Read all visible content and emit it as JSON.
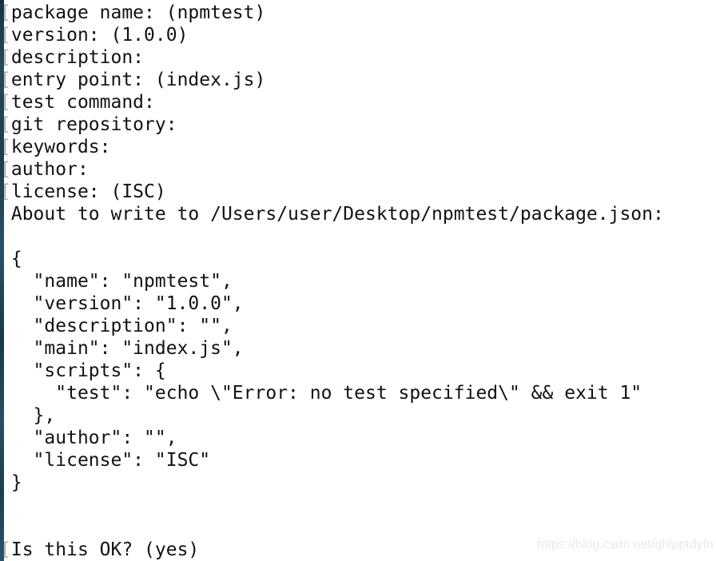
{
  "terminal": {
    "lines": [
      {
        "prefix": "[",
        "text": "package name: (npmtest)"
      },
      {
        "prefix": "[",
        "text": "version: (1.0.0)"
      },
      {
        "prefix": "[",
        "text": "description:"
      },
      {
        "prefix": "[",
        "text": "entry point: (index.js)"
      },
      {
        "prefix": "[",
        "text": "test command:"
      },
      {
        "prefix": "[",
        "text": "git repository:"
      },
      {
        "prefix": "[",
        "text": "keywords:"
      },
      {
        "prefix": "[",
        "text": "author:"
      },
      {
        "prefix": "[",
        "text": "license: (ISC)"
      },
      {
        "prefix": " ",
        "text": "About to write to /Users/user/Desktop/npmtest/package.json:"
      },
      {
        "prefix": "",
        "text": ""
      },
      {
        "prefix": " ",
        "text": "{"
      },
      {
        "prefix": " ",
        "text": "  \"name\": \"npmtest\","
      },
      {
        "prefix": " ",
        "text": "  \"version\": \"1.0.0\","
      },
      {
        "prefix": " ",
        "text": "  \"description\": \"\","
      },
      {
        "prefix": " ",
        "text": "  \"main\": \"index.js\","
      },
      {
        "prefix": " ",
        "text": "  \"scripts\": {"
      },
      {
        "prefix": " ",
        "text": "    \"test\": \"echo \\\"Error: no test specified\\\" && exit 1\""
      },
      {
        "prefix": " ",
        "text": "  },"
      },
      {
        "prefix": " ",
        "text": "  \"author\": \"\","
      },
      {
        "prefix": " ",
        "text": "  \"license\": \"ISC\""
      },
      {
        "prefix": " ",
        "text": "}"
      },
      {
        "prefix": "",
        "text": ""
      },
      {
        "prefix": "",
        "text": ""
      },
      {
        "prefix": "[",
        "text": "Is this OK? (yes)"
      }
    ],
    "colors": {
      "background": "#ffffff",
      "text": "#121212",
      "prompt_bracket": "#b1b1b3",
      "desktop_edge": "#24465a"
    }
  },
  "watermark": {
    "text": "https://blog.csdn.net/qhlpptdyfn",
    "color": "#e9e9e9"
  }
}
